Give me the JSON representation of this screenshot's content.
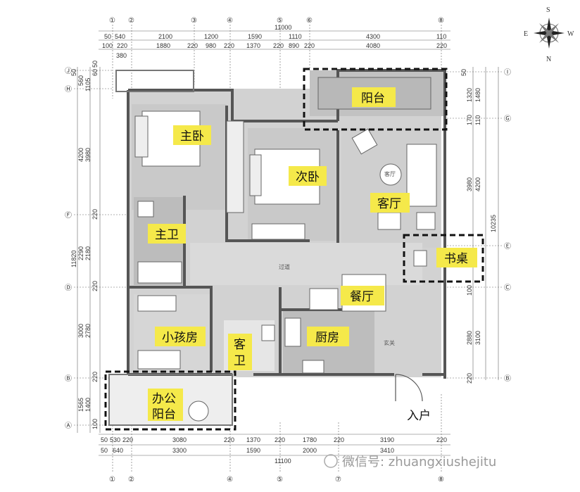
{
  "top_axis_labels": [
    "①",
    "②",
    "③",
    "④",
    "⑤",
    "⑥",
    "⑧"
  ],
  "bottom_axis_labels": [
    "①",
    "②",
    "④",
    "⑤",
    "⑦",
    "⑧"
  ],
  "left_axis_labels": [
    "Ⓙ",
    "Ⓗ",
    "Ⓕ",
    "Ⓓ",
    "Ⓑ",
    "Ⓐ"
  ],
  "right_axis_labels": [
    "Ⓘ",
    "Ⓖ",
    "Ⓔ",
    "Ⓒ",
    "Ⓑ"
  ],
  "top_total": "11000",
  "top_row1": [
    "50",
    "540",
    "2100",
    "1200",
    "1590",
    "1110",
    "4300",
    "110"
  ],
  "top_row2": [
    "100",
    "220",
    "1880",
    "220",
    "980",
    "220",
    "1370",
    "220",
    "890",
    "220",
    "4080",
    "220"
  ],
  "top_row3": "380",
  "bottom_row1": [
    "50",
    "530",
    "220",
    "3080",
    "220",
    "1370",
    "220",
    "1780",
    "220",
    "3190",
    "220"
  ],
  "bottom_row2": [
    "50",
    "640",
    "3300",
    "1590",
    "2000",
    "3410"
  ],
  "bottom_total": "11100",
  "left_dims": [
    "50",
    "560",
    "1105",
    "60",
    "50",
    "4200",
    "3980",
    "220",
    "11820",
    "2290",
    "2180",
    "220",
    "3000",
    "2780",
    "220",
    "1565",
    "1400",
    "100"
  ],
  "right_dims": [
    "50",
    "1320",
    "1480",
    "170",
    "110",
    "3980",
    "4200",
    "10235",
    "100",
    "2880",
    "3100",
    "220"
  ],
  "compass": {
    "top": "S",
    "bottom": "N",
    "left": "E",
    "right": "W"
  },
  "rooms": {
    "master_bedroom": "主卧",
    "second_bedroom": "次卧",
    "living_room": "客厅",
    "master_bath": "主卫",
    "balcony": "阳台",
    "study_desk": "书桌",
    "dining_room": "餐厅",
    "kids_room": "小孩房",
    "kitchen": "厨房",
    "guest_bath_1": "客",
    "guest_bath_2": "卫",
    "office_balcony_1": "办公",
    "office_balcony_2": "阳台",
    "entrance": "入户",
    "corridor_small": "过道",
    "table_small": "客厅",
    "entry_small": "玄关"
  },
  "watermark": "微信号: zhuangxiushejitu",
  "colors": {
    "room_label_bg": "#f5e94a",
    "wall": "#555555",
    "floor": "#c8c8c8",
    "dashed": "#111111"
  }
}
